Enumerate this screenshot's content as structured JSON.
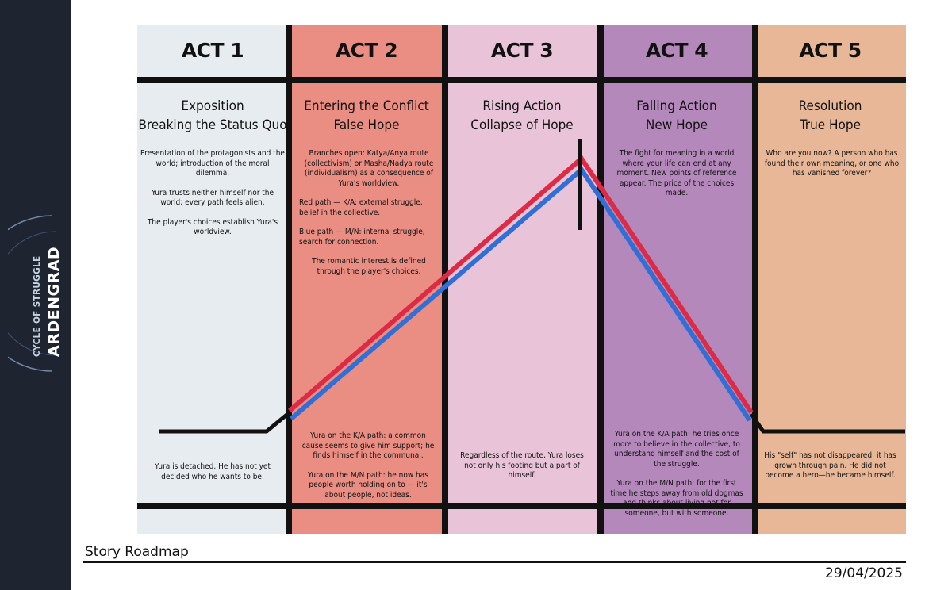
{
  "branding": {
    "logo_subtitle": "CYCLE OF STRUGGLE",
    "logo_title": "ARDENGRAD"
  },
  "colors": {
    "act1": "#e6ecef",
    "act2": "#ea8d82",
    "act3": "#e9c4d9",
    "act4": "#b488bb",
    "act5": "#e8b798",
    "red_path": "#dd2a45",
    "blue_path": "#2f6fd6",
    "sidebar": "#1e2430"
  },
  "acts": [
    {
      "title": "ACT 1",
      "stage": [
        "Exposition",
        "Breaking the Status Quo"
      ],
      "description": [
        "Presentation of the protagonists and the world; introduction of the moral dilemma.",
        "Yura trusts neither himself nor the world; every path feels alien.",
        "The player's choices establish Yura's worldview."
      ],
      "bottom": [
        "Yura is detached. He has not yet decided who he wants to be."
      ]
    },
    {
      "title": "ACT 2",
      "stage": [
        "Entering the Conflict",
        "False Hope"
      ],
      "description": [
        "Branches open: Katya/Anya route (collectivism) or Masha/Nadya route (individualism) as a consequence of Yura's worldview.",
        "Red path — K/A: external struggle, belief in the collective.",
        "Blue path — M/N: internal struggle, search for connection.",
        "The romantic interest is defined through the player's choices."
      ],
      "bottom": [
        "Yura on the K/A path: a common cause seems to give him support; he finds himself in the communal.",
        "Yura on the M/N path: he now has people worth holding on to — it's about people, not ideas."
      ]
    },
    {
      "title": "ACT 3",
      "stage": [
        "Rising Action",
        "Collapse of Hope"
      ],
      "description": [],
      "bottom": [
        "Regardless of the route, Yura loses not only his footing but a part of himself."
      ]
    },
    {
      "title": "ACT 4",
      "stage": [
        "Falling Action",
        "New Hope"
      ],
      "description": [
        "The fight for meaning in a world where your life can end at any moment. New points of reference appear. The price of the choices made."
      ],
      "bottom": [
        "Yura on the K/A path: he tries once more to believe in the collective, to understand himself and the cost of the struggle.",
        "Yura on the M/N path: for the first time he steps away from old dogmas and thinks about living not for someone, but with someone."
      ]
    },
    {
      "title": "ACT 5",
      "stage": [
        "Resolution",
        "True Hope"
      ],
      "description": [
        "Who are you now? A person who has found their own meaning, or one who has vanished forever?"
      ],
      "bottom": [
        "His \"self\" has not disappeared; it has grown through pain. He did not become a hero—he became himself."
      ]
    }
  ],
  "footer": {
    "title": "Story Roadmap",
    "date": "29/04/2025"
  }
}
